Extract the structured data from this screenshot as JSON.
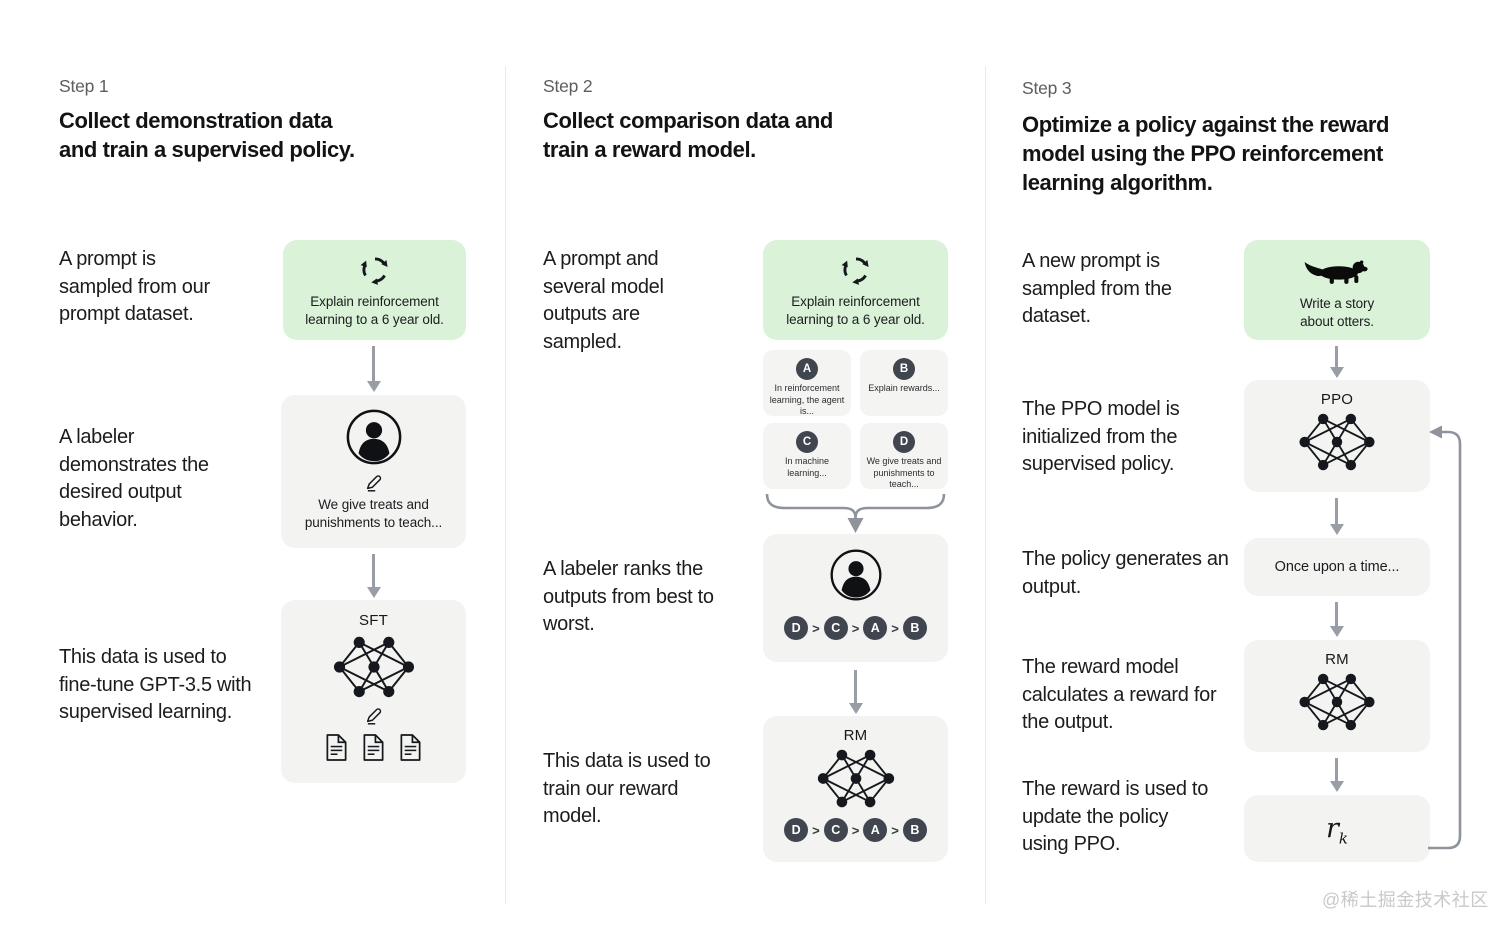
{
  "step1": {
    "label": "Step 1",
    "title": "Collect demonstration data and train a supervised policy.",
    "caption_prompt": "A prompt is sampled from our prompt dataset.",
    "caption_labeler": "A labeler demonstrates the desired output behavior.",
    "caption_finetune": "This data is used to fine-tune GPT-3.5 with supervised learning.",
    "prompt_box_text": "Explain reinforcement learning to a 6 year old.",
    "labeler_box_text": "We give treats and punishments to teach...",
    "sft_label": "SFT"
  },
  "step2": {
    "label": "Step 2",
    "title": "Collect comparison data and train a reward model.",
    "caption_prompt": "A prompt and several model outputs are sampled.",
    "caption_rank": "A labeler ranks the outputs from best to worst.",
    "caption_train": "This data is used to train our reward model.",
    "prompt_box_text": "Explain reinforcement learning to a 6 year old.",
    "answers": [
      {
        "letter": "A",
        "text": "In reinforcement learning, the agent is..."
      },
      {
        "letter": "B",
        "text": "Explain rewards..."
      },
      {
        "letter": "C",
        "text": "In machine learning..."
      },
      {
        "letter": "D",
        "text": "We give treats and punishments to teach..."
      }
    ],
    "ranking": [
      "D",
      "C",
      "A",
      "B"
    ],
    "rank_separator": ">",
    "rm_label": "RM"
  },
  "step3": {
    "label": "Step 3",
    "title": "Optimize a policy against the reward model using the PPO reinforcement learning algorithm.",
    "caption_prompt": "A new prompt is sampled from the dataset.",
    "caption_init": "The PPO model is initialized from the supervised policy.",
    "caption_output": "The policy generates an output.",
    "caption_reward": "The reward model calculates a reward for the output.",
    "caption_update": "The reward is used to update the policy using PPO.",
    "prompt_box_text": "Write a story about otters.",
    "ppo_label": "PPO",
    "output_box_text": "Once upon a time...",
    "rm_label": "RM",
    "reward_var": "r",
    "reward_sub": "k"
  },
  "watermark": "@稀土掘金技术社区",
  "colors": {
    "prompt_box_bg": "#d9f2d8",
    "panel_bg": "#f3f3f1",
    "badge_bg": "#40454f",
    "arrow": "#989da6"
  }
}
